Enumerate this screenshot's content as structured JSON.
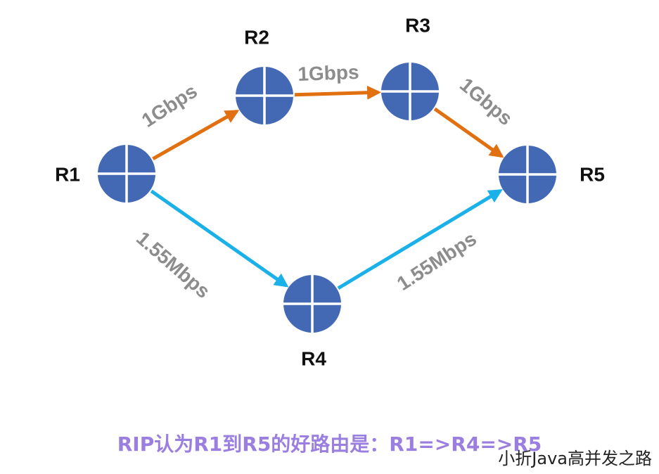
{
  "routers": [
    {
      "id": "R1",
      "label": "R1"
    },
    {
      "id": "R2",
      "label": "R2"
    },
    {
      "id": "R3",
      "label": "R3"
    },
    {
      "id": "R4",
      "label": "R4"
    },
    {
      "id": "R5",
      "label": "R5"
    }
  ],
  "links": [
    {
      "from": "R1",
      "to": "R2",
      "label": "1Gbps",
      "color": "#e07010"
    },
    {
      "from": "R2",
      "to": "R3",
      "label": "1Gbps",
      "color": "#e07010"
    },
    {
      "from": "R3",
      "to": "R5",
      "label": "1Gbps",
      "color": "#e07010"
    },
    {
      "from": "R1",
      "to": "R4",
      "label": "1.55Mbps",
      "color": "#1ab0e8"
    },
    {
      "from": "R4",
      "to": "R5",
      "label": "1.55Mbps",
      "color": "#1ab0e8"
    }
  ],
  "caption": "RIP认为R1到R5的好路由是：R1=>R4=>R5",
  "watermark": "小折Java高并发之路",
  "colors": {
    "router_fill": "#4369b4",
    "router_cross": "#ffffff",
    "caption": "#9a7fe0",
    "link_label": "#8c8c8c"
  }
}
